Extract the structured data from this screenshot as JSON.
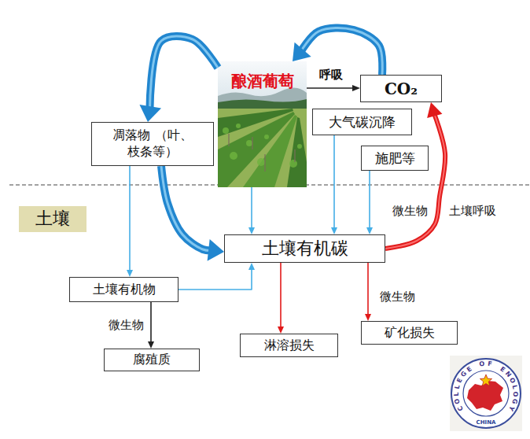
{
  "diagram": {
    "nodes": [
      {
        "text": [
          "酿酒葡萄"
        ]
      },
      {
        "text": [
          "CO₂"
        ]
      },
      {
        "text": [
          "凋落物 （叶、枝条等）"
        ]
      },
      {
        "text": [
          "大气碳沉降"
        ]
      },
      {
        "text": [
          "施肥等"
        ]
      },
      {
        "text": [
          "土壤"
        ]
      },
      {
        "text": [
          "土壤有机碳"
        ]
      },
      {
        "text": [
          "土壤有机物"
        ]
      },
      {
        "text": [
          "淋溶损失"
        ]
      },
      {
        "text": [
          "矿化损失"
        ]
      },
      {
        "text": [
          "腐殖质"
        ]
      }
    ],
    "edges": [
      {
        "from": 0,
        "to": 1,
        "arrow": "to",
        "label": "呼吸"
      },
      {
        "from": 1,
        "to": 0,
        "arrow": "to"
      },
      {
        "from": 0,
        "to": 2,
        "arrow": "to"
      },
      {
        "from": 2,
        "to": 6,
        "arrow": "to"
      },
      {
        "from": 2,
        "to": 7,
        "arrow": "to"
      },
      {
        "from": 0,
        "to": 6,
        "arrow": "to"
      },
      {
        "from": 3,
        "to": 6,
        "arrow": "to"
      },
      {
        "from": 4,
        "to": 6,
        "arrow": "to"
      },
      {
        "from": 7,
        "to": 6,
        "arrow": "to"
      },
      {
        "from": 7,
        "to": 10,
        "arrow": "to",
        "label": "微生物"
      },
      {
        "from": 6,
        "to": 8,
        "arrow": "to"
      },
      {
        "from": 6,
        "to": 9,
        "arrow": "to",
        "label": "微生物"
      },
      {
        "from": 6,
        "to": 1,
        "arrow": "to",
        "label": "土壤呼吸"
      }
    ],
    "labels": [
      "微生物",
      "COLLEGE OF ENOLOGY",
      "CHINA"
    ]
  }
}
